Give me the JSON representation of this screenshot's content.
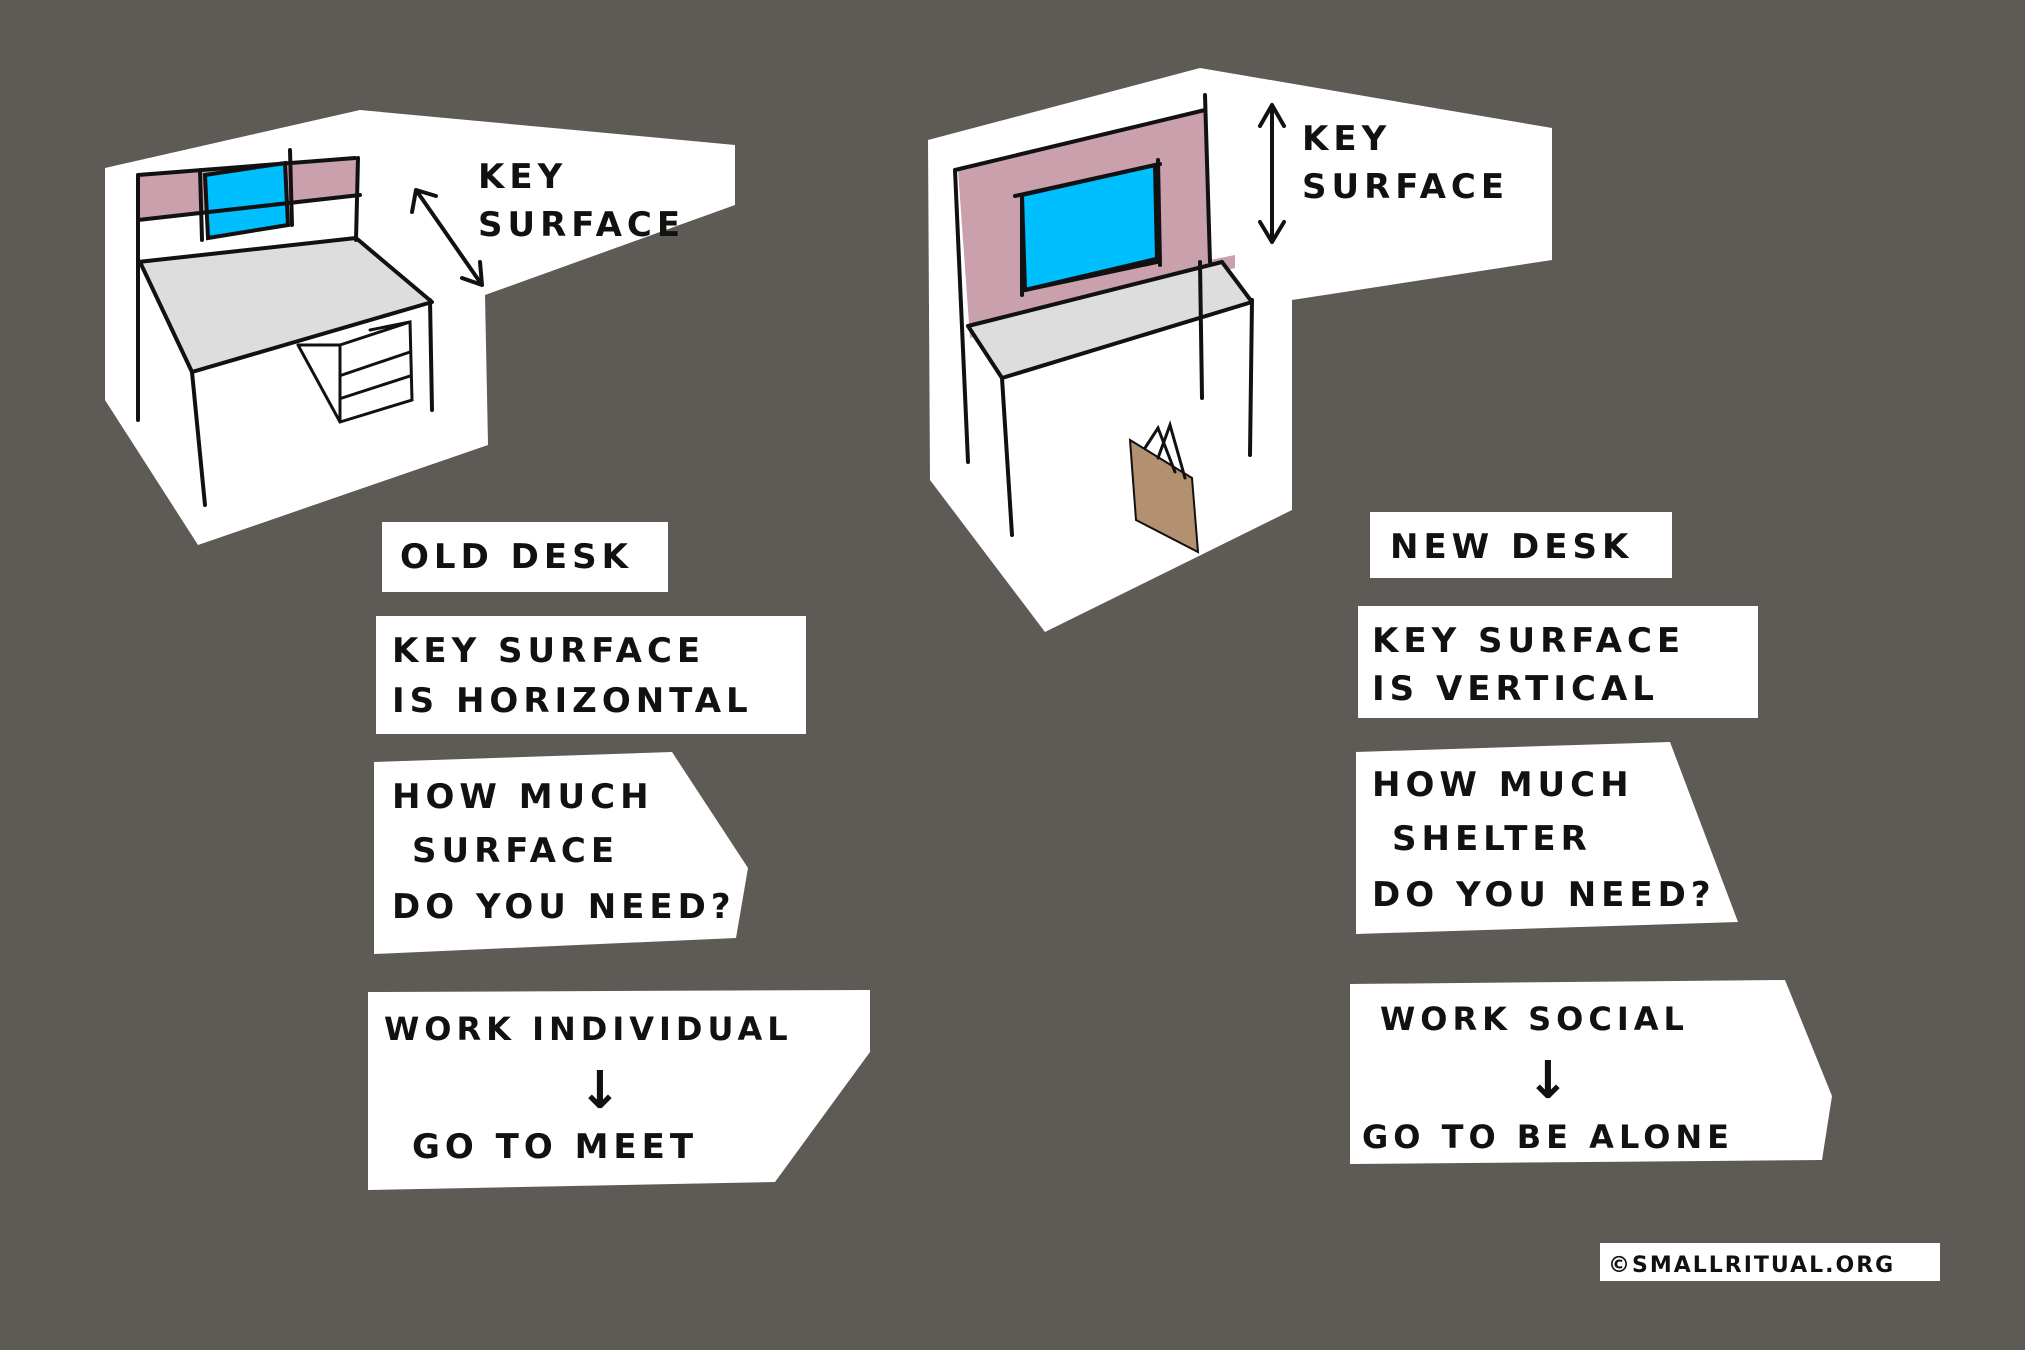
{
  "old_desk": {
    "key_surface_line1": "KEY",
    "key_surface_line2": "SURFACE",
    "title": "OLD DESK",
    "statement_line1": "KEY SURFACE",
    "statement_line2": "IS HORIZONTAL",
    "question_line1": "HOW MUCH",
    "question_line2": "SURFACE",
    "question_line3": "DO YOU NEED?",
    "flow_top": "WORK INDIVIDUAL",
    "flow_arrow": "↓",
    "flow_bottom": "GO TO MEET"
  },
  "new_desk": {
    "key_surface_line1": "KEY",
    "key_surface_line2": "SURFACE",
    "title": "NEW DESK",
    "statement_line1": "KEY SURFACE",
    "statement_line2": "IS VERTICAL",
    "question_line1": "HOW MUCH",
    "question_line2": "SHELTER",
    "question_line3": "DO YOU NEED?",
    "flow_top": "WORK SOCIAL",
    "flow_arrow": "↓",
    "flow_bottom": "GO TO BE ALONE"
  },
  "credit": "©SMALLRITUAL.ORG",
  "colors": {
    "background": "#5e5b57",
    "panel": "#ffffff",
    "desk_top": "#dddddd",
    "screen_panel": "#c9a0ab",
    "monitor": "#00bfff",
    "bag": "#b39070"
  }
}
